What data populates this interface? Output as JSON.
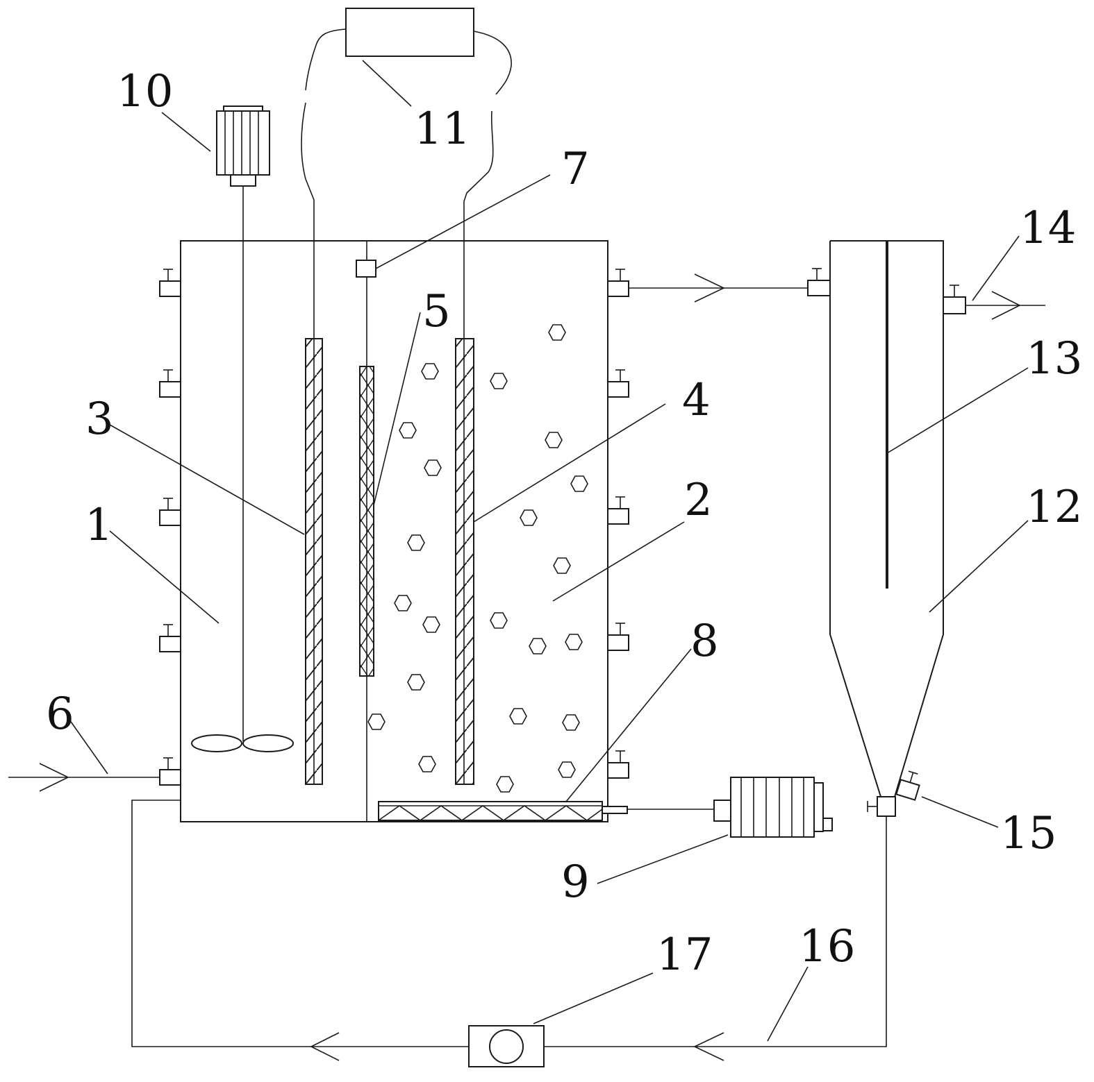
{
  "labels": {
    "main_tank": "1",
    "cathode_chamber": "2",
    "anode_plate": "3",
    "cathode_plate": "4",
    "membrane": "5",
    "inlet_pipe": "6",
    "fixture": "7",
    "aerator": "8",
    "air_pump": "9",
    "stirrer_motor": "10",
    "power_supply": "11",
    "settling_tank": "12",
    "baffle": "13",
    "outlet_pipe": "14",
    "sludge_valve": "15",
    "return_pipe": "16",
    "return_pump": "17"
  }
}
